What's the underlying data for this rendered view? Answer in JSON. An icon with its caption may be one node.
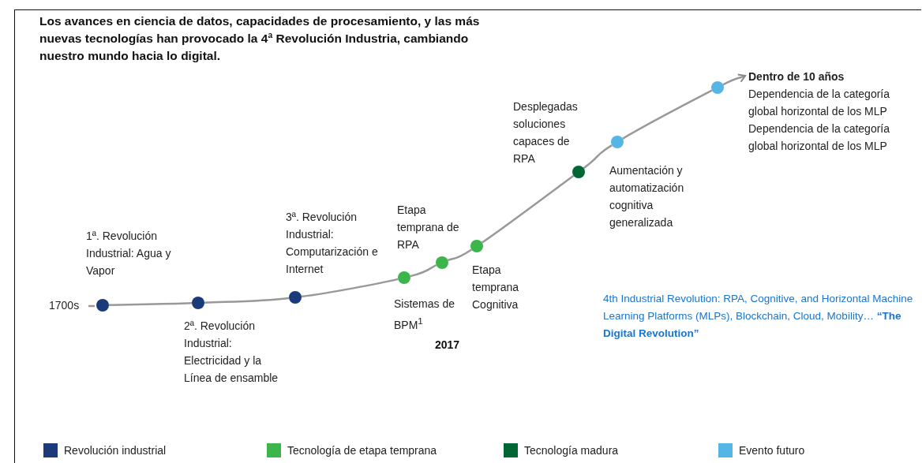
{
  "diagram": {
    "title": "Los avances en ciencia de datos, capacidades de procesamiento, y las más nuevas tecnologías han provocado la 4ª Revolución Industria, cambiando nuestro mundo hacia lo digital.",
    "nodes": [
      {
        "text": [],
        "shape": "circle",
        "beside": [
          "1700s",
          "1ª. Revolución Industrial: Agua y Vapor"
        ]
      },
      {
        "text": [],
        "shape": "circle",
        "beside": [
          "2ª. Revolución Industrial: Electricidad y la Línea de ensamble"
        ]
      },
      {
        "text": [],
        "shape": "circle",
        "beside": [
          "3ª. Revolución Industrial: Computarización e Internet"
        ]
      },
      {
        "text": [],
        "shape": "circle",
        "beside": [
          "Sistemas de BPM$^{1}$"
        ]
      },
      {
        "text": [],
        "shape": "circle",
        "beside": [
          "Etapa temprana de RPA"
        ]
      },
      {
        "text": [],
        "shape": "circle",
        "beside": [
          "Etapa temprana Cognitiva"
        ]
      },
      {
        "text": [],
        "shape": "circle",
        "beside": [
          "Desplegadas soluciones capaces de RPA"
        ]
      },
      {
        "text": [],
        "shape": "circle",
        "beside": [
          "Aumentación y automatización cognitiva generalizada"
        ]
      },
      {
        "text": [],
        "shape": "circle"
      },
      {
        "text": [
          "Dentro de 10 años",
          "Dependencia de la categoría global horizontal de los MLP",
          "Dependencia de la categoría global horizontal de los MLP"
        ]
      }
    ],
    "edges": [
      {
        "from": 0,
        "to": 1,
        "arrow": "none"
      },
      {
        "from": 1,
        "to": 2,
        "arrow": "none"
      },
      {
        "from": 2,
        "to": 3,
        "arrow": "none"
      },
      {
        "from": 3,
        "to": 4,
        "arrow": "none"
      },
      {
        "from": 4,
        "to": 5,
        "arrow": "none"
      },
      {
        "from": 5,
        "to": 6,
        "arrow": "none"
      },
      {
        "from": 6,
        "to": 7,
        "arrow": "none"
      },
      {
        "from": 7,
        "to": 8,
        "arrow": "none"
      },
      {
        "from": 8,
        "to": 9,
        "arrow": "to"
      }
    ],
    "labels": [
      "2017",
      "4th Industrial Revolution: RPA, Cognitive, and Horizontal Machine Learning Platforms (MLPs), Blockchain, Cloud, Mobility… **“The Digital Revolution”**"
    ],
    "legend": [
      {
        "text": "Revolución industrial",
        "color": "#1b3a7a"
      },
      {
        "text": "Tecnología de etapa temprana",
        "color": "#3cb54a"
      },
      {
        "text": "Tecnología madura",
        "color": "#006633"
      },
      {
        "text": "Evento futuro",
        "color": "#55b6e6"
      }
    ]
  }
}
